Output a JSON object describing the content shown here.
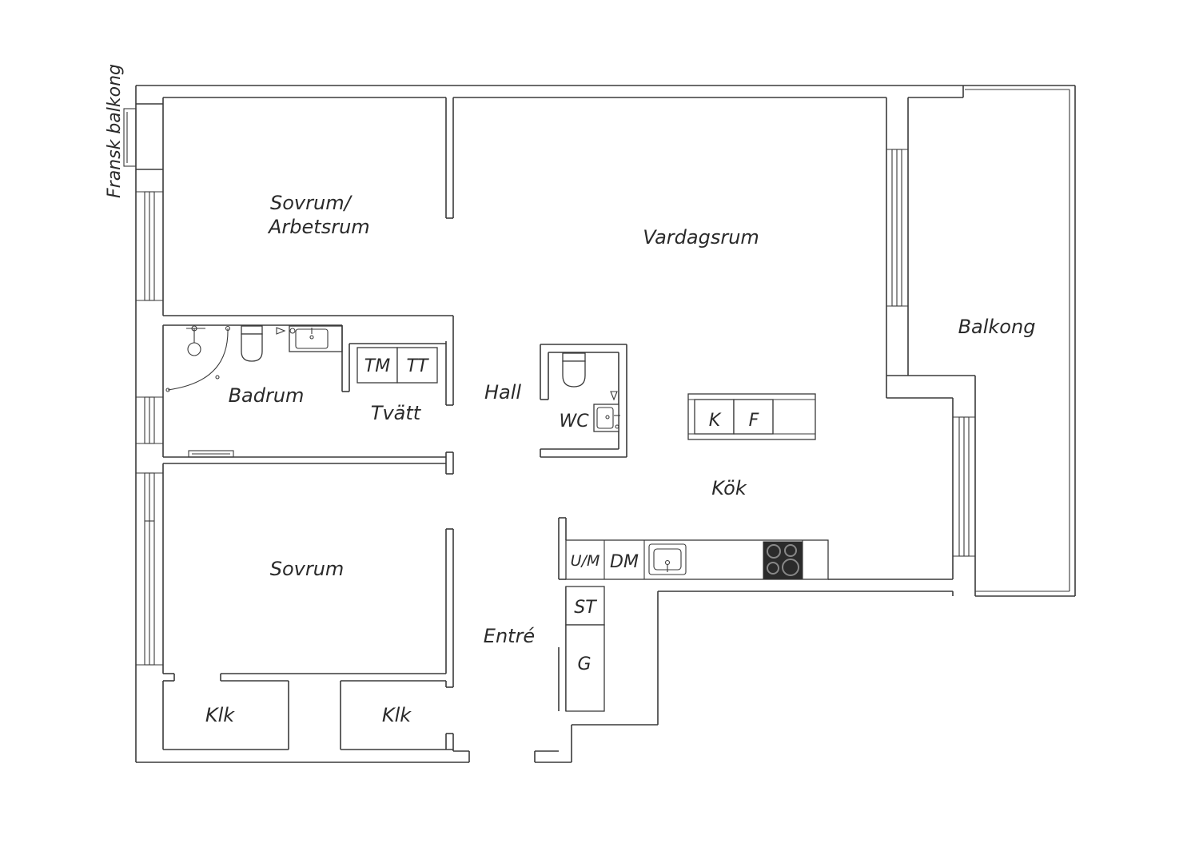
{
  "rooms": {
    "sovrum_arbetsrum_line1": "Sovrum/",
    "sovrum_arbetsrum_line2": "Arbetsrum",
    "vardagsrum": "Vardagsrum",
    "balkong": "Balkong",
    "fransk_balkong": "Fransk balkong",
    "badrum": "Badrum",
    "tvatt": "Tvätt",
    "hall": "Hall",
    "wc": "WC",
    "kok": "Kök",
    "sovrum": "Sovrum",
    "entre": "Entré",
    "klk_left": "Klk",
    "klk_right": "Klk"
  },
  "appliances": {
    "tm": "TM",
    "tt": "TT",
    "k": "K",
    "f": "F",
    "um": "U/M",
    "dm": "DM",
    "st": "ST",
    "g": "G"
  },
  "colors": {
    "line": "#3a3a3a",
    "text": "#2a2a2a",
    "background": "#ffffff",
    "cooktop": "#2b2b2b"
  }
}
